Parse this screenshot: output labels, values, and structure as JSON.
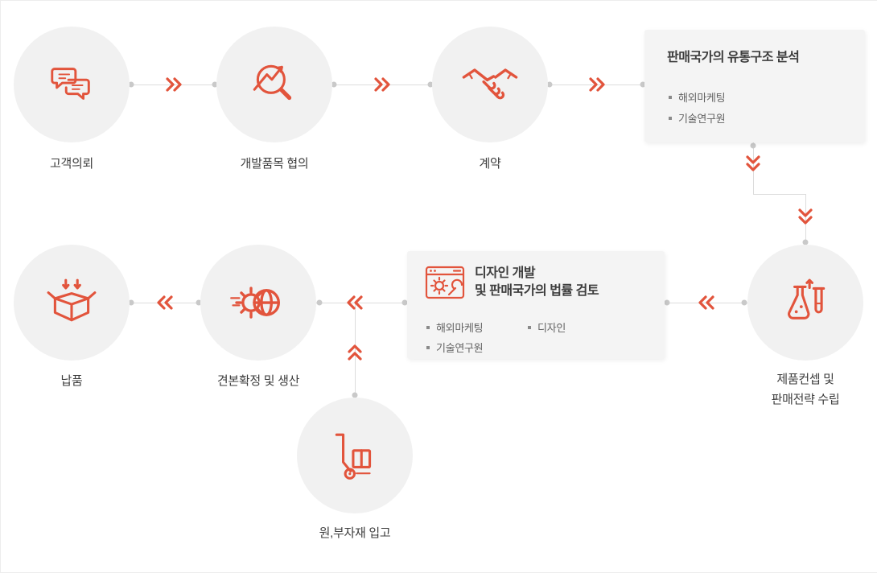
{
  "colors": {
    "accent": "#e2543c",
    "line": "#dcdcdc",
    "dot": "#c9c9c9",
    "circle_bg": "#f1f1f1",
    "box_bg": "#f4f4f4",
    "bg": "#ffffff",
    "text": "#3d3d3d",
    "subtext": "#636363"
  },
  "steps": {
    "customer_request": {
      "label": "고객의뢰",
      "icon": "chat-bubbles-icon"
    },
    "item_consultation": {
      "label": "개발품목 협의",
      "icon": "magnifier-chart-icon"
    },
    "contract": {
      "label": "계약",
      "icon": "handshake-icon"
    },
    "distribution_analysis": {
      "title": "판매국가의 유통구조 분석",
      "bullets": [
        "해외마케팅",
        "기술연구원"
      ]
    },
    "product_concept": {
      "label_line1": "제품컨셉 및",
      "label_line2": "판매전략 수립",
      "icon": "flask-icon"
    },
    "design_development": {
      "title_line1": "디자인 개발",
      "title_line2": "및 판매국가의 법률 검토",
      "bullets_col1": [
        "해외마케팅",
        "기술연구원"
      ],
      "bullets_col2": [
        "디자인"
      ],
      "icon": "browser-tools-icon"
    },
    "sample_production": {
      "label": "견본확정 및 생산",
      "icon": "gear-globe-icon"
    },
    "delivery": {
      "label": "납품",
      "icon": "open-box-icon"
    },
    "materials_receipt": {
      "label": "원,부자재 입고",
      "icon": "hand-truck-icon"
    }
  }
}
